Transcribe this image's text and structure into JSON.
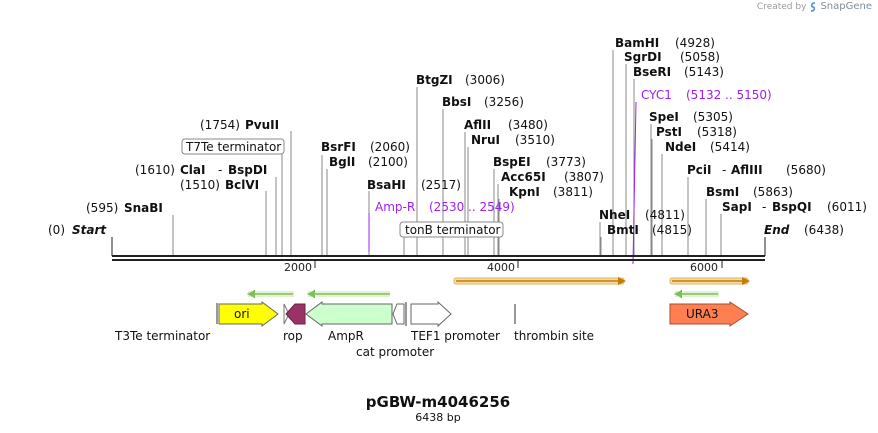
{
  "credit": {
    "prefix": "Created by",
    "brand": "SnapGene"
  },
  "plasmid": {
    "name": "pGBW-m4046256",
    "size_label": "6438 bp"
  },
  "ends": {
    "start_label": "Start",
    "start_pos": "(0)",
    "end_label": "End",
    "end_pos": "(6438)"
  },
  "ruler": {
    "ticks": [
      "2000",
      "4000",
      "6000"
    ]
  },
  "left_labels": [
    {
      "name": "SnaBI",
      "pos": "(595)"
    },
    {
      "name": "BclVI",
      "pos": "(1510)"
    },
    {
      "name": "ClaI",
      "name2": "BspDI",
      "pos": "(1610)"
    },
    {
      "name": "PvuII",
      "pos": "(1754)"
    }
  ],
  "right_labels": [
    {
      "name": "BsrFI",
      "pos": "(2060)"
    },
    {
      "name": "BglI",
      "pos": "(2100)"
    },
    {
      "name": "BsaHI",
      "pos": "(2517)"
    },
    {
      "name": "BtgZI",
      "pos": "(3006)"
    },
    {
      "name": "BbsI",
      "pos": "(3256)"
    },
    {
      "name": "AflII",
      "pos": "(3480)"
    },
    {
      "name": "NruI",
      "pos": "(3510)"
    },
    {
      "name": "BspEI",
      "pos": "(3773)"
    },
    {
      "name": "Acc65I",
      "pos": "(3807)"
    },
    {
      "name": "KpnI",
      "pos": "(3811)"
    },
    {
      "name": "NheI",
      "pos": "(4811)"
    },
    {
      "name": "BmtI",
      "pos": "(4815)"
    },
    {
      "name": "BamHI",
      "pos": "(4928)"
    },
    {
      "name": "SgrDI",
      "pos": "(5058)"
    },
    {
      "name": "BseRI",
      "pos": "(5143)"
    },
    {
      "name": "SpeI",
      "pos": "(5305)"
    },
    {
      "name": "PstI",
      "pos": "(5318)"
    },
    {
      "name": "NdeI",
      "pos": "(5414)"
    },
    {
      "name": "PciI",
      "name2": "AflIII",
      "pos": "(5680)"
    },
    {
      "name": "BsmI",
      "pos": "(5863)"
    },
    {
      "name": "SapI",
      "name2": "BspQI",
      "pos": "(6011)"
    }
  ],
  "boxed_labels": [
    {
      "label": "T7Te terminator"
    },
    {
      "label": "tonB terminator"
    }
  ],
  "span_labels": [
    {
      "name": "Amp-R",
      "range": "(2530 .. 2549)"
    },
    {
      "name": "CYC1",
      "range": "(5132 .. 5150)"
    }
  ],
  "features": [
    {
      "label": "ori",
      "color": "#ffff00"
    },
    {
      "label": "rop",
      "color": "#993366"
    },
    {
      "label": "AmpR",
      "color": "#ccffcc"
    },
    {
      "label": "URA3",
      "color": "#ff7f50"
    }
  ],
  "feature_labels": [
    {
      "text": "T3Te terminator"
    },
    {
      "text": "rop"
    },
    {
      "text": "AmpR"
    },
    {
      "text": "cat promoter"
    },
    {
      "text": "TEF1 promoter"
    },
    {
      "text": "thrombin site"
    }
  ],
  "colors": {
    "enzyme_line": "#888888",
    "backbone": "#222222",
    "span_purple": "#a020f0",
    "orf_green": "#2e8b00",
    "orf_orange": "#d98a00"
  }
}
